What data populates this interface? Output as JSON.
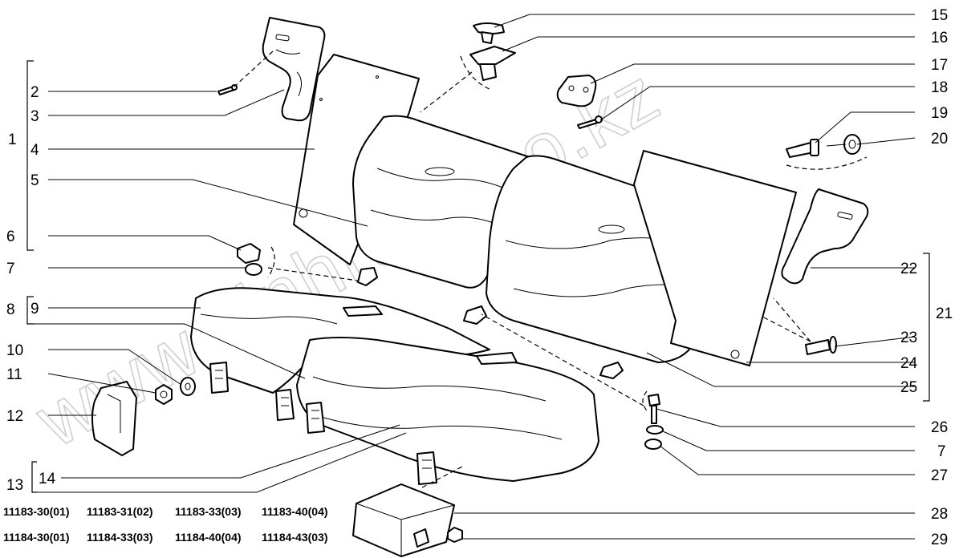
{
  "watermark": "www.sinhron-too.kz",
  "callouts": {
    "n1": "1",
    "n2": "2",
    "n3": "3",
    "n4": "4",
    "n5": "5",
    "n6": "6",
    "n7a": "7",
    "n7b": "7",
    "n8": "8",
    "n9": "9",
    "n10": "10",
    "n11": "11",
    "n12": "12",
    "n13": "13",
    "n14": "14",
    "n15": "15",
    "n16": "16",
    "n17": "17",
    "n18": "18",
    "n19": "19",
    "n20": "20",
    "n21": "21",
    "n22": "22",
    "n23": "23",
    "n24": "24",
    "n25": "25",
    "n26": "26",
    "n27": "27",
    "n28": "28",
    "n29": "29"
  },
  "model_codes": {
    "row1": [
      "11183-30(01)",
      "11183-31(02)",
      "11183-33(03)",
      "11183-40(04)"
    ],
    "row2": [
      "11184-30(01)",
      "11184-33(03)",
      "11184-40(04)",
      "11184-43(03)"
    ]
  }
}
